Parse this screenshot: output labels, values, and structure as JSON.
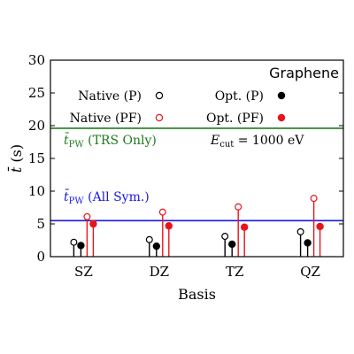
{
  "chart_data": {
    "type": "scatter",
    "subtype": "lollipop",
    "title": "Graphene",
    "xlabel": "Basis",
    "ylabel": "t̄ (s)",
    "categories": [
      "SZ",
      "DZ",
      "TZ",
      "QZ"
    ],
    "ylim": [
      0,
      30
    ],
    "yticks": [
      0,
      5,
      10,
      15,
      20,
      25,
      30
    ],
    "grid": false,
    "legend_position": "top",
    "series": [
      {
        "name": "Native (P)",
        "marker": "open-circle",
        "color": "#000000",
        "values": [
          2.2,
          2.6,
          3.1,
          3.8
        ]
      },
      {
        "name": "Opt. (P)",
        "marker": "filled-circle",
        "color": "#000000",
        "values": [
          1.7,
          1.6,
          1.9,
          2.1
        ]
      },
      {
        "name": "Native (PF)",
        "marker": "open-circle",
        "color": "#e8141a",
        "values": [
          6.1,
          6.8,
          7.6,
          8.9
        ]
      },
      {
        "name": "Opt. (PF)",
        "marker": "filled-circle",
        "color": "#e8141a",
        "values": [
          5.0,
          4.7,
          4.5,
          4.6
        ]
      }
    ],
    "reference_lines": [
      {
        "label_main": "t̄",
        "label_sub": "PW",
        "label_rest": " (TRS Only)",
        "value": 19.6,
        "color": "#1e7a1e"
      },
      {
        "label_main": "t̄",
        "label_sub": "PW",
        "label_rest": " (All Sym.)",
        "value": 5.5,
        "color": "#1a1adb"
      }
    ],
    "annotation": {
      "prefix": "E",
      "sub": "cut",
      "rest": " = 1000 eV"
    }
  }
}
